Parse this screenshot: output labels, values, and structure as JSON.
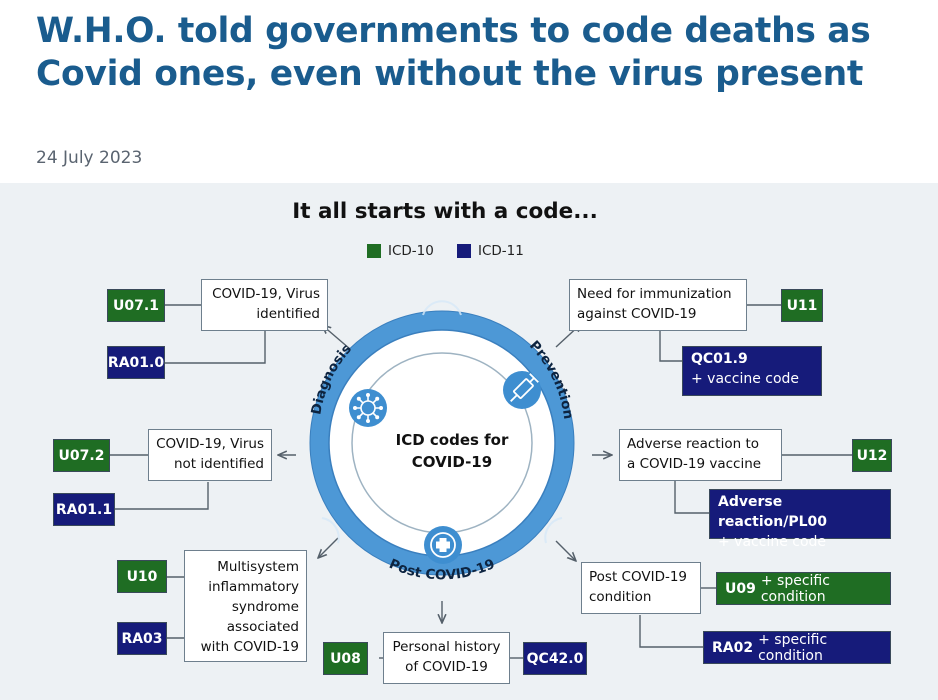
{
  "article": {
    "headline": "W.H.O. told governments to code deaths as Covid ones, even without the virus present",
    "date": "24 July 2023"
  },
  "diagram": {
    "title": "It all starts with a code...",
    "legend": {
      "icd10": "ICD-10",
      "icd11": "ICD-11"
    },
    "center_label": [
      "ICD codes for",
      "COVID-19"
    ],
    "ring_labels": {
      "diagnosis": "Diagnosis",
      "prevention": "Prevention",
      "post": "Post COVID-19"
    },
    "colors": {
      "icd10": "#1f6d23",
      "icd11": "#161b7a",
      "ring": "#4d98d6",
      "title_blue": "#1a5c8e"
    },
    "icons": [
      "virus-icon",
      "syringe-icon",
      "medical-cross-icon"
    ],
    "categories": {
      "virus_identified": {
        "label": [
          "COVID-19, Virus",
          "identified"
        ],
        "icd10": "U07.1",
        "icd11": "RA01.0"
      },
      "virus_not_identified": {
        "label": [
          "COVID-19, Virus",
          "not identified"
        ],
        "icd10": "U07.2",
        "icd11": "RA01.1"
      },
      "mis": {
        "label": [
          "Multisystem",
          "inflammatory",
          "syndrome",
          "associated",
          "with COVID-19"
        ],
        "icd10": "U10",
        "icd11": "RA03"
      },
      "personal_history": {
        "label": [
          "Personal history",
          "of COVID-19"
        ],
        "icd10": "U08",
        "icd11": "QC42.0"
      },
      "immunization": {
        "label": [
          "Need for immunization",
          "against COVID-19"
        ],
        "icd10": "U11",
        "icd11_code": "QC01.9",
        "icd11_note": "+ vaccine code"
      },
      "adverse_reaction": {
        "label": [
          "Adverse reaction to",
          "a COVID-19 vaccine"
        ],
        "icd10": "U12",
        "icd11_code": "Adverse reaction/PL00",
        "icd11_note": "+ vaccine code"
      },
      "post_covid": {
        "label": [
          "Post COVID-19",
          "condition"
        ],
        "icd10_code": "U09",
        "icd10_note": "+ specific condition",
        "icd11_code": "RA02",
        "icd11_note": "+ specific condition"
      }
    }
  }
}
